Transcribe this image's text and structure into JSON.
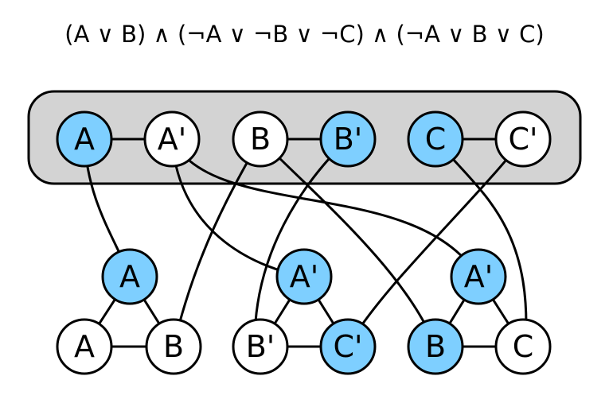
{
  "formula": "(A ∨ B) ∧ (¬A ∨ ¬B ∨ ¬C) ∧ (¬A ∨ B ∨ C)",
  "colors": {
    "selected": "#7ecfff",
    "unselected": "#ffffff",
    "group_fill": "#d3d3d3",
    "stroke": "#000000"
  },
  "variable_nodes": [
    {
      "id": "vA",
      "label": "A",
      "selected": true
    },
    {
      "id": "vA2",
      "label": "A'",
      "selected": false
    },
    {
      "id": "vB",
      "label": "B",
      "selected": false
    },
    {
      "id": "vB2",
      "label": "B'",
      "selected": true
    },
    {
      "id": "vC",
      "label": "C",
      "selected": true
    },
    {
      "id": "vC2",
      "label": "C'",
      "selected": false
    }
  ],
  "clause_nodes": [
    {
      "id": "c1t",
      "label": "A",
      "selected": true
    },
    {
      "id": "c1l",
      "label": "A",
      "selected": false
    },
    {
      "id": "c1r",
      "label": "B",
      "selected": false
    },
    {
      "id": "c2t",
      "label": "A'",
      "selected": true
    },
    {
      "id": "c2l",
      "label": "B'",
      "selected": false
    },
    {
      "id": "c2r",
      "label": "C'",
      "selected": true
    },
    {
      "id": "c3t",
      "label": "A'",
      "selected": true
    },
    {
      "id": "c3l",
      "label": "B",
      "selected": true
    },
    {
      "id": "c3r",
      "label": "C",
      "selected": false
    }
  ]
}
